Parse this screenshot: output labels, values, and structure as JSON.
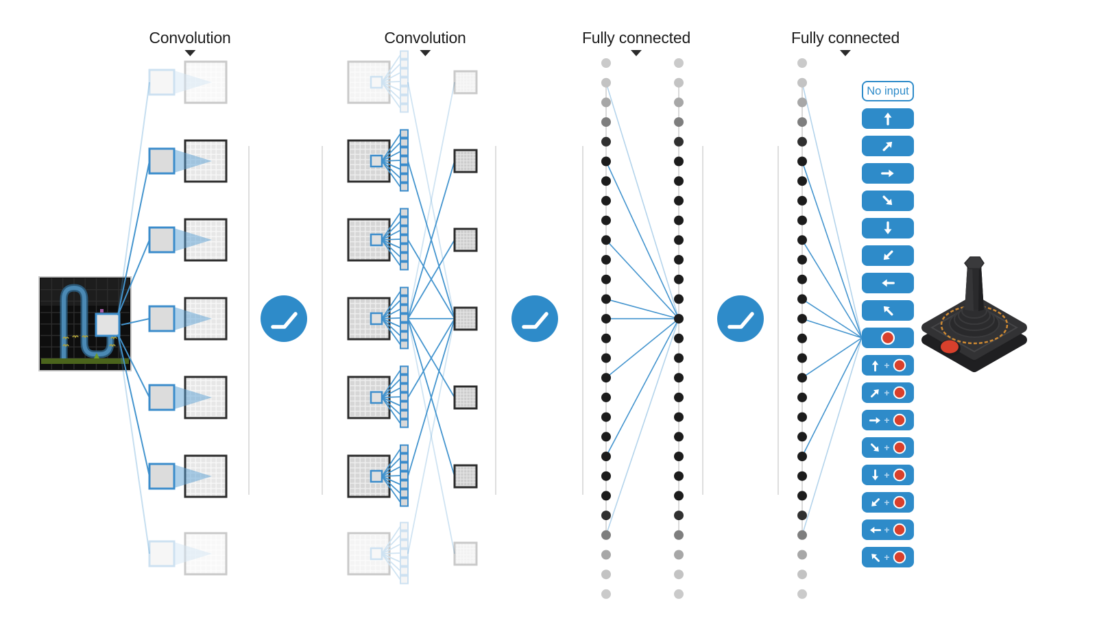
{
  "figure": {
    "section_labels": [
      {
        "text": "Convolution"
      },
      {
        "text": "Convolution"
      },
      {
        "text": "Fully connected"
      },
      {
        "text": "Fully connected"
      }
    ]
  },
  "colors": {
    "accent_blue": "#2e8bc9",
    "line_blue": "#4394ce",
    "patch_border_blue": "#3b8ccb",
    "cone_blue": "#5aa0d4",
    "fire_red": "#d8402c",
    "map_border": "#2b2b2b",
    "divider_gray": "#dedede",
    "dot_connector_gray": "#d9d9d9",
    "label_dark": "#1c1c1c",
    "game_path_blue": "#4d8cb7",
    "game_ground_green": "#4b641c",
    "joystick_ring_orange": "#cf8a33"
  },
  "conv": {
    "row_count": 7,
    "faded_row_indices": [
      0,
      6
    ],
    "stack_square_count": 7,
    "activation_icon": "relu-activation"
  },
  "fully_connected": {
    "dot_count": 28,
    "fan_source_indices": [
      1,
      5,
      9,
      12,
      13,
      16,
      20,
      24
    ],
    "dot_colors": [
      "#cacaca",
      "#c3c3c3",
      "#a7a7a7",
      "#7e7e7e",
      "#303030",
      "#1c1c1c",
      "#1c1c1c",
      "#1c1c1c",
      "#1c1c1c",
      "#1c1c1c",
      "#1c1c1c",
      "#1c1c1c",
      "#1c1c1c",
      "#1c1c1c",
      "#1c1c1c",
      "#1c1c1c",
      "#1c1c1c",
      "#1c1c1c",
      "#1c1c1c",
      "#1c1c1c",
      "#1c1c1c",
      "#1c1c1c",
      "#1c1c1c",
      "#303030",
      "#7e7e7e",
      "#a7a7a7",
      "#c3c3c3",
      "#cacaca"
    ]
  },
  "actions": {
    "buttons": [
      {
        "id": "no-input",
        "type": "no_input",
        "label": "No input"
      },
      {
        "id": "up",
        "type": "arrow",
        "dir": "up"
      },
      {
        "id": "up-right",
        "type": "arrow",
        "dir": "up-right"
      },
      {
        "id": "right",
        "type": "arrow",
        "dir": "right"
      },
      {
        "id": "down-right",
        "type": "arrow",
        "dir": "down-right"
      },
      {
        "id": "down",
        "type": "arrow",
        "dir": "down"
      },
      {
        "id": "down-left",
        "type": "arrow",
        "dir": "down-left"
      },
      {
        "id": "left",
        "type": "arrow",
        "dir": "left"
      },
      {
        "id": "up-left",
        "type": "arrow",
        "dir": "up-left"
      },
      {
        "id": "fire",
        "type": "fire"
      },
      {
        "id": "up-fire",
        "type": "arrow_fire",
        "dir": "up"
      },
      {
        "id": "up-right-fire",
        "type": "arrow_fire",
        "dir": "up-right"
      },
      {
        "id": "right-fire",
        "type": "arrow_fire",
        "dir": "right"
      },
      {
        "id": "down-right-fire",
        "type": "arrow_fire",
        "dir": "down-right"
      },
      {
        "id": "down-fire",
        "type": "arrow_fire",
        "dir": "down"
      },
      {
        "id": "down-left-fire",
        "type": "arrow_fire",
        "dir": "down-left"
      },
      {
        "id": "left-fire",
        "type": "arrow_fire",
        "dir": "left"
      },
      {
        "id": "up-left-fire",
        "type": "arrow_fire",
        "dir": "up-left"
      }
    ]
  }
}
